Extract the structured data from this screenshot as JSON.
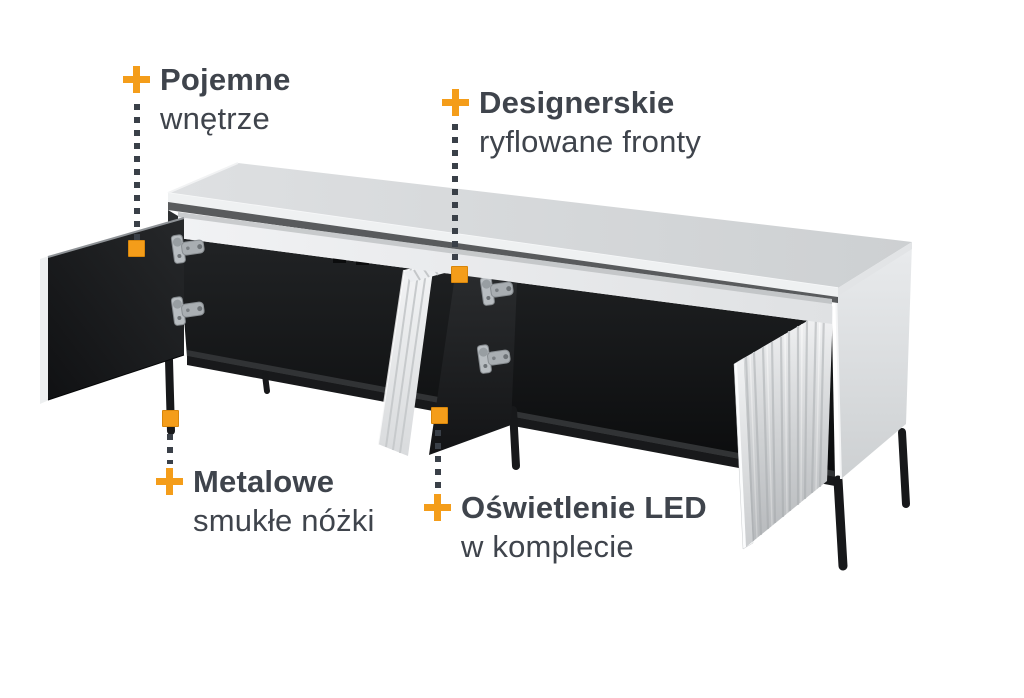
{
  "palette": {
    "accent": "#F49D1A",
    "accent_border": "#D8860B",
    "text": "#3F444C",
    "dot": "#3A4048",
    "background": "#FFFFFF"
  },
  "callouts": [
    {
      "id": "spacious-interior",
      "title": "Pojemne",
      "subtitle": "wnętrze"
    },
    {
      "id": "fluted-fronts",
      "title": "Designerskie",
      "subtitle": "ryflowane fronty"
    },
    {
      "id": "metal-legs",
      "title": "Metalowe",
      "subtitle": "smukłe nóżki"
    },
    {
      "id": "led-lighting",
      "title": "Oświetlenie LED",
      "subtitle": "w komplecie"
    }
  ]
}
